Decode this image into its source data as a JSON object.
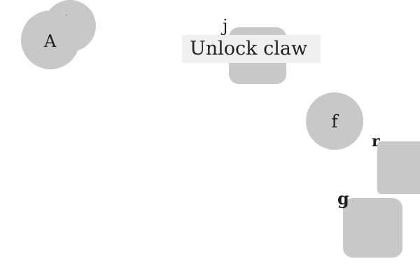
{
  "pieces": {
    "token_back_glyph": "l",
    "token_front_glyph": "A",
    "center_tile_glyph": "j",
    "token_f_glyph": "f",
    "right_tile_glyph": "r",
    "bottom_tile_glyph": "g"
  },
  "tooltip": {
    "text": "Unlock claw"
  },
  "colors": {
    "piece_fill": "#c8c8c8",
    "tooltip_bg": "#efefef",
    "background": "#ffffff"
  }
}
